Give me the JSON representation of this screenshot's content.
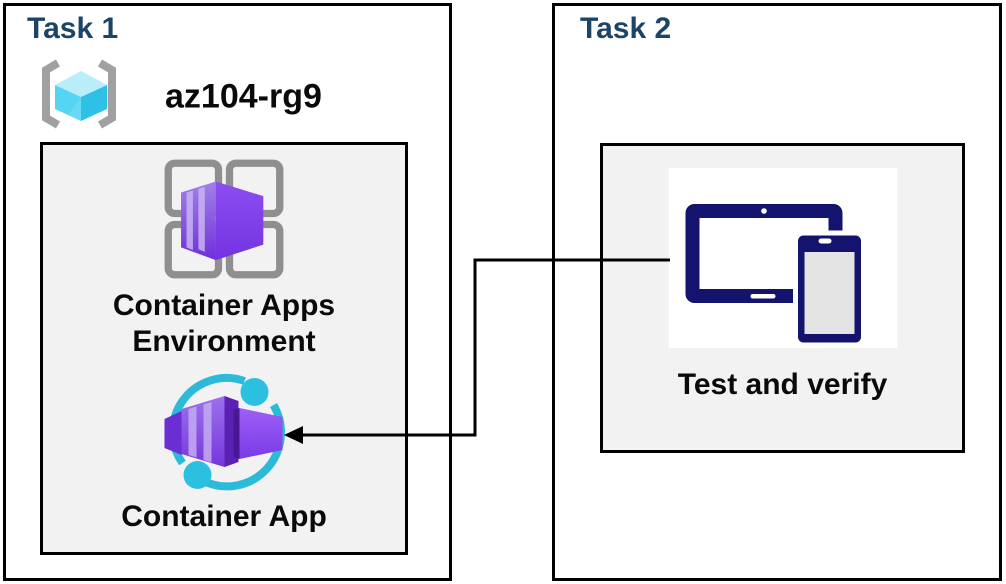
{
  "task1": {
    "heading": "Task 1",
    "resource_group_name": "az104-rg9",
    "environment_label": [
      "Container Apps",
      "Environment"
    ],
    "app_label": "Container App"
  },
  "task2": {
    "heading": "Task 2",
    "test_label": "Test and verify"
  },
  "connector": {
    "from": "test-and-verify",
    "to": "container-app",
    "shape": "elbow-arrow-pointing-left"
  },
  "icons": {
    "resource_group": "azure-resource-group-icon",
    "environment": "container-apps-environment-icon",
    "app": "container-app-icon",
    "devices": "tablet-and-phone-icon"
  },
  "colors": {
    "heading_blue": "#1C4467",
    "panel_gray": "#F2F2F2",
    "border_black": "#000000",
    "device_navy": "#14146E",
    "purple_face": "#8650E8",
    "purple_side": "#6A2ED2",
    "purple_bright": "#9D5FF5",
    "purple_dark": "#4A1694",
    "stripe_lilac": "#C3ABF2",
    "cyan_accent": "#2BBBD8",
    "cube_top": "#B9EDFA",
    "cube_left": "#55D4F4",
    "cube_right": "#2EC1E6",
    "bracket_gray": "#A0A0A0",
    "grid_gray": "#8F8F8F"
  }
}
